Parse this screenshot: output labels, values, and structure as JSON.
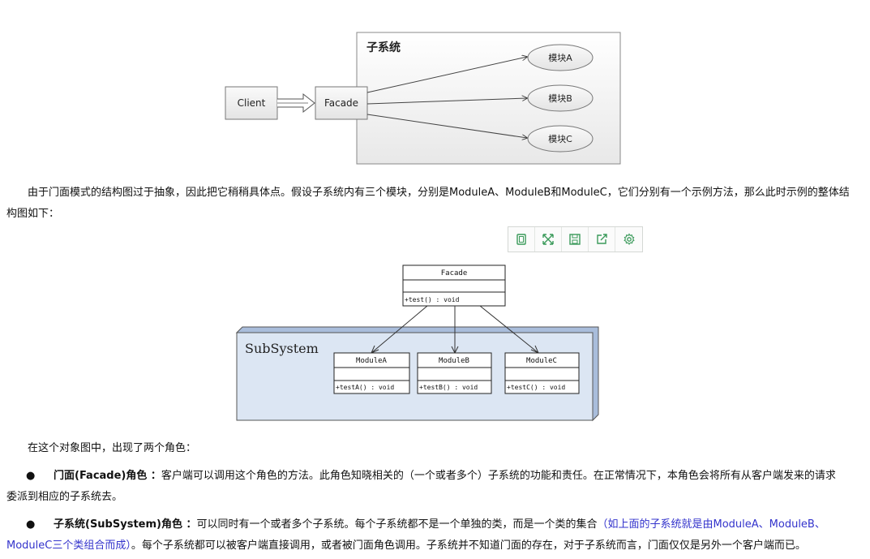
{
  "diagram1": {
    "group_label": "子系统",
    "client_label": "Client",
    "facade_label": "Facade",
    "modules": [
      "模块A",
      "模块B",
      "模块C"
    ]
  },
  "para1": "由于门面模式的结构图过于抽象，因此把它稍稍具体点。假设子系统内有三个模块，分别是ModuleA、ModuleB和ModuleC，它们分别有一个示例方法，那么此时示例的整体结构图如下：",
  "toolbar": {
    "icons": [
      "copy-icon",
      "expand-icon",
      "save-icon",
      "share-icon",
      "settings-icon"
    ]
  },
  "diagram2": {
    "facade_name": "Facade",
    "facade_method": "+test() : void",
    "subsystem_label": "SubSystem",
    "classes": [
      {
        "name": "ModuleA",
        "method": "+testA() : void"
      },
      {
        "name": "ModuleB",
        "method": "+testB() : void"
      },
      {
        "name": "ModuleC",
        "method": "+testC() : void"
      }
    ]
  },
  "para2": "在这个对象图中，出现了两个角色：",
  "bullet1": {
    "dot": "●",
    "role": "门面(Facade)角色 ：",
    "text_line1": "客户端可以调用这个角色的方法。此角色知晓相关的（一个或者多个）子系统的功能和责任。在正常情况下，本角色会将所有从客户端发来的请求",
    "text_line2": "委派到相应的子系统去。"
  },
  "bullet2": {
    "dot": "●",
    "role": "子系统(SubSystem)角色 ：",
    "text_a": "可以同时有一个或者多个子系统。每个子系统都不是一个单独的类，而是一个类的集合",
    "blue_a": "（如上面的子系统就是由ModuleA、ModuleB、",
    "blue_b": "ModuleC三个类组合而成）",
    "text_b": "。每个子系统都可以被客户端直接调用，或者被门面角色调用。子系统并不知道门面的存在，对于子系统而言，门面仅仅是另外一个客户端而已。"
  }
}
